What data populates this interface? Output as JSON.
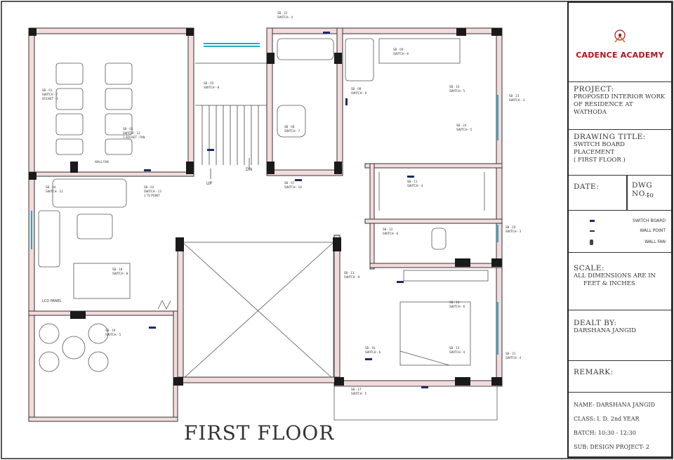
{
  "title_block": {
    "academy": "CADENCE ACADEMY",
    "project_label": "PROJECT:",
    "project_line1": "PROPOSED INTERIOR WORK",
    "project_line2": "OF RESIDENCE AT WATHODA",
    "drawing_title_label": "DRAWING TITLE:",
    "drawing_line1": "SWITCH BOARD PLACEMENT",
    "drawing_line2": "( FIRST FLOOR )",
    "date_label": "DATE:",
    "dwg_label": "DWG NO.:",
    "dwg_no": "10",
    "legend": [
      {
        "label": "SWITCH BOARD",
        "icon": "switch-board-symbol"
      },
      {
        "label": "WALL POINT",
        "icon": "wall-point-symbol"
      },
      {
        "label": "WALL FAN",
        "icon": "wall-fan-symbol"
      }
    ],
    "scale_label": "SCALE:",
    "scale_line1": "ALL DIMENSIONS ARE IN",
    "scale_line2": "FEET & INCHES",
    "dealt_label": "DEALT BY:",
    "dealt_by": "DARSHANA JANGID",
    "remark_label": "REMARK:",
    "name_line": "NAME- DARSHANA JANGID",
    "class_line": "CLASS: I. D. 2nd YEAR",
    "batch_line": "BATCH: 10:30 - 12:30",
    "subject_line": "SUB: DESIGN PROJECT- 2"
  },
  "plan": {
    "floor_title": "FIRST FLOOR",
    "up_label": "UP",
    "dn_label": "DN",
    "lcd_label": "LCD PANEL",
    "fan_label": "WALL FAN"
  },
  "colors": {
    "wall_fill": "#f3dbdc",
    "wall_line": "#333333",
    "column": "#1a1a1a",
    "window": "#2aa7c9",
    "brand": "#b2121a"
  }
}
